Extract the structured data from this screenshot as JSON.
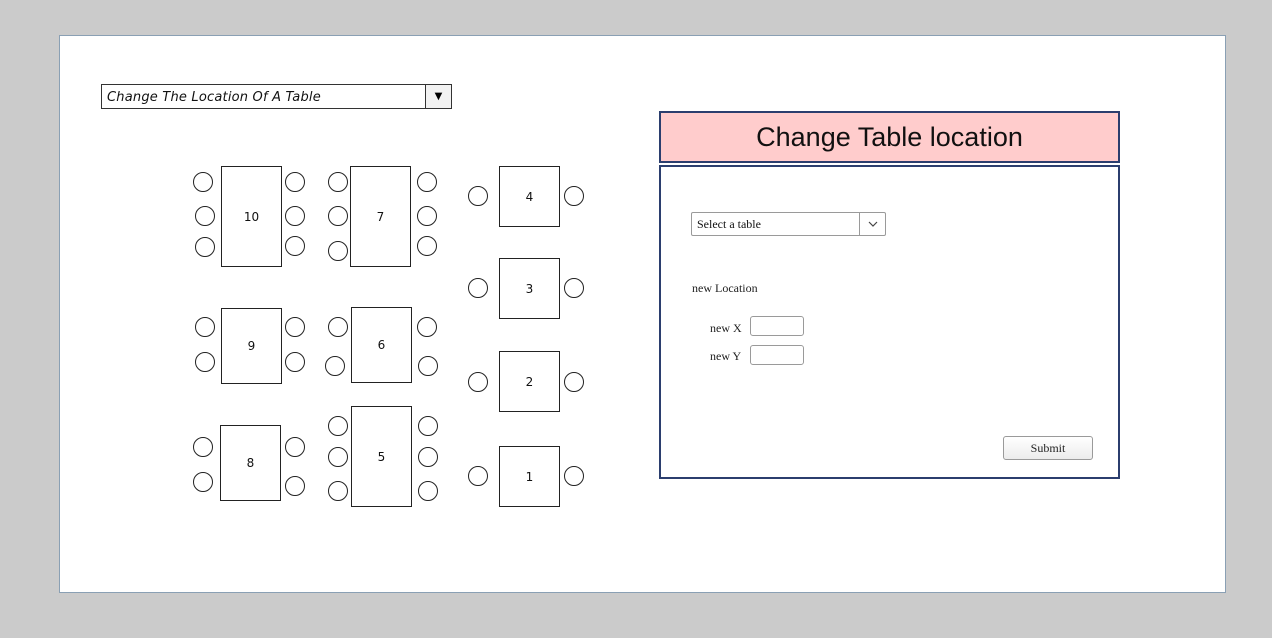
{
  "mode_dropdown": {
    "value": "Change The Location Of A Table",
    "icon": "triangle-down-icon"
  },
  "floor_plan": {
    "tables": [
      {
        "id": "10",
        "label": "10"
      },
      {
        "id": "7",
        "label": "7"
      },
      {
        "id": "4",
        "label": "4"
      },
      {
        "id": "3",
        "label": "3"
      },
      {
        "id": "9",
        "label": "9"
      },
      {
        "id": "6",
        "label": "6"
      },
      {
        "id": "2",
        "label": "2"
      },
      {
        "id": "8",
        "label": "8"
      },
      {
        "id": "5",
        "label": "5"
      },
      {
        "id": "1",
        "label": "1"
      }
    ]
  },
  "form": {
    "title": "Change Table location",
    "table_select": {
      "value": "Select a table",
      "icon": "chevron-down-icon"
    },
    "new_location_label": "new Location",
    "new_x_label": "new X",
    "new_x_value": "",
    "new_y_label": "new Y",
    "new_y_value": "",
    "submit_label": "Submit"
  },
  "colors": {
    "header_bg": "#ffcccc",
    "form_border": "#2b3e6e",
    "canvas_bg": "#cbcbcb"
  }
}
